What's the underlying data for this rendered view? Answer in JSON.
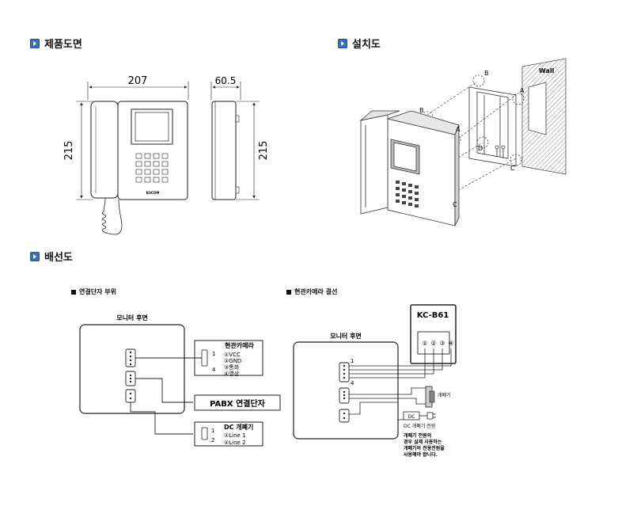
{
  "sections": {
    "product_drawing": "제품도면",
    "installation": "설치도",
    "wiring": "배선도"
  },
  "dimensions": {
    "front_width": "207",
    "side_depth": "60.5",
    "height_left": "215",
    "height_right": "215",
    "brand": "KOCOM"
  },
  "installation_labels": {
    "wall": "Wall",
    "a1": "A",
    "a2": "A",
    "b1": "B",
    "b2": "B",
    "c1": "C",
    "c2": "C",
    "d": "D"
  },
  "connection": {
    "subtitle": "연결단자 부위",
    "monitor_back": "모니터 후면",
    "door_camera_box": {
      "title": "현관카메라",
      "pin1": "1",
      "pin4": "4",
      "lines": [
        "①VCC",
        "②GND",
        "③통화",
        "④영상"
      ]
    },
    "pabx_box": "PABX 연결단자",
    "dc_box": {
      "title": "DC 개폐기",
      "pin1": "1",
      "pin2": "2",
      "lines": [
        "①Line 1",
        "②Line 2"
      ]
    }
  },
  "camera_wiring": {
    "subtitle": "현관카메라 결선",
    "monitor_back": "모니터 후면",
    "kc_model": "KC-B61",
    "terminals": [
      "①",
      "②",
      "③",
      "④"
    ],
    "pin1": "1",
    "pin4": "4",
    "door_opener": "개폐기",
    "dc_label": "DC",
    "dc_power": "DC 개폐기 전원",
    "note_lines": [
      "개폐기 전원의",
      "경우 실제 사용하는",
      "개폐기의 전용전원을",
      "사용해야 합니다."
    ]
  },
  "colors": {
    "accent": "#3a6fb8",
    "line": "#222222",
    "hatch": "#777777"
  }
}
